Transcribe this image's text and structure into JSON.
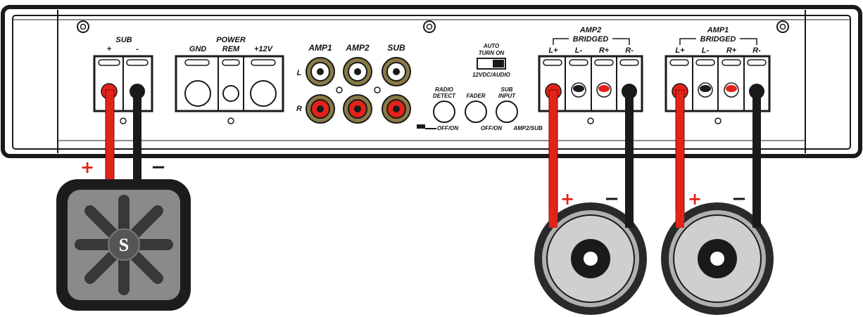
{
  "sub_terminal": {
    "title": "SUB",
    "plus": "+",
    "minus": "-"
  },
  "power_terminal": {
    "title": "POWER",
    "gnd": "GND",
    "rem": "REM",
    "v12": "+12V"
  },
  "rca": {
    "amp1": "AMP1",
    "amp2": "AMP2",
    "sub": "SUB",
    "left": "L",
    "right": "R"
  },
  "auto_turn_on": {
    "title_line1": "AUTO",
    "title_line2": "TURN ON",
    "option": "12VDC/AUDIO"
  },
  "knobs": {
    "radio_detect_line1": "RADIO",
    "radio_detect_line2": "DETECT",
    "fader": "FADER",
    "sub_input_line1": "SUB",
    "sub_input_line2": "INPUT",
    "off_on_1": "OFF/ON",
    "off_on_2": "OFF/ON",
    "amp_sub": "AMP2/SUB"
  },
  "amp2_terminal": {
    "title": "AMP2",
    "bridged": "BRIDGED",
    "lp": "L+",
    "lm": "L-",
    "rp": "R+",
    "rm": "R-"
  },
  "amp1_terminal": {
    "title": "AMP1",
    "bridged": "BRIDGED",
    "lp": "L+",
    "lm": "L-",
    "rp": "R+",
    "rm": "R-"
  },
  "wire_signs": {
    "plus": "+",
    "minus": "−"
  },
  "subwoofer": {
    "logo_letter": "S"
  },
  "colors": {
    "red_wire": "#e2231a",
    "black_wire": "#1a1a1a",
    "amp_body": "#ffffff",
    "outline": "#1a1a1a"
  }
}
